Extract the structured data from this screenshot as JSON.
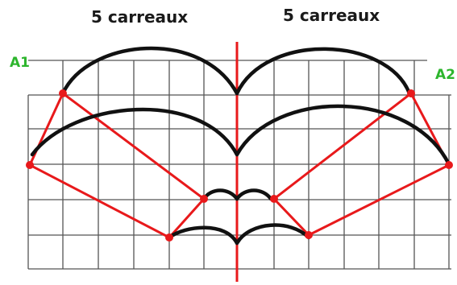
{
  "labels": {
    "left_title": "5 carreaux",
    "right_title": "5 carreaux",
    "point_a1": "A1",
    "point_a2": "A2"
  },
  "colors": {
    "grid": "#555555",
    "axis": "#e8191b",
    "construction": "#e8191b",
    "curve": "#111111",
    "label_green": "#2db52d",
    "text": "#1a1a1a"
  }
}
